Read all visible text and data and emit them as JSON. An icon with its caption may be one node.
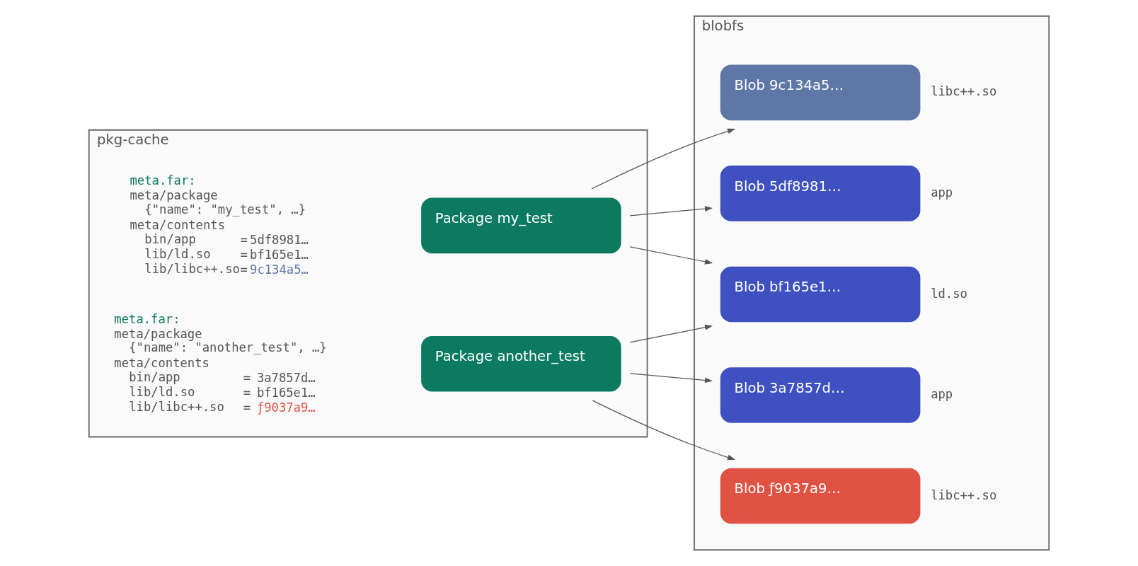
{
  "diagram": {
    "nodes": [
      {
        "text": [
          "pkg-cache"
        ]
      },
      {
        "text": [
          "blobfs"
        ]
      },
      {
        "text": [
          "Package my_test"
        ],
        "in": 0
      },
      {
        "text": [
          "Package another_test"
        ],
        "in": 0
      },
      {
        "text": [
          "Blob 9c134a5…"
        ],
        "in": 1,
        "beside": [
          "libc++.so"
        ]
      },
      {
        "text": [
          "Blob 5df8981…"
        ],
        "in": 1,
        "beside": [
          "app"
        ]
      },
      {
        "text": [
          "Blob bf165e1…"
        ],
        "in": 1,
        "beside": [
          "ld.so"
        ]
      },
      {
        "text": [
          "Blob 3a7857d…"
        ],
        "in": 1,
        "beside": [
          "app"
        ]
      },
      {
        "text": [
          "Blob ƒ9037a9…"
        ],
        "in": 1,
        "beside": [
          "libc++.so"
        ]
      }
    ],
    "edges": [
      {
        "from": 2,
        "to": 4,
        "arrow": "to"
      },
      {
        "from": 2,
        "to": 5,
        "arrow": "to"
      },
      {
        "from": 2,
        "to": 6,
        "arrow": "to"
      },
      {
        "from": 3,
        "to": 6,
        "arrow": "to"
      },
      {
        "from": 3,
        "to": 7,
        "arrow": "to"
      },
      {
        "from": 3,
        "to": 8,
        "arrow": "to"
      }
    ],
    "labels": [
      "meta.far:",
      "meta/package",
      "{\"name\": \"my_test\", …}",
      "meta/contents",
      "bin/app",
      "=",
      "5df8981…",
      "lib/ld.so",
      "=",
      "bf165e1…",
      "lib/libc++.so",
      "=",
      "9c134a5…",
      "meta.far:",
      "meta/package",
      "{\"name\": \"another_test\", …}",
      "meta/contents",
      "bin/app",
      "=",
      "3a7857d…",
      "lib/ld.so",
      "=",
      "bf165e1…",
      "lib/libc++.so",
      "=",
      "ƒ9037a9…"
    ]
  }
}
